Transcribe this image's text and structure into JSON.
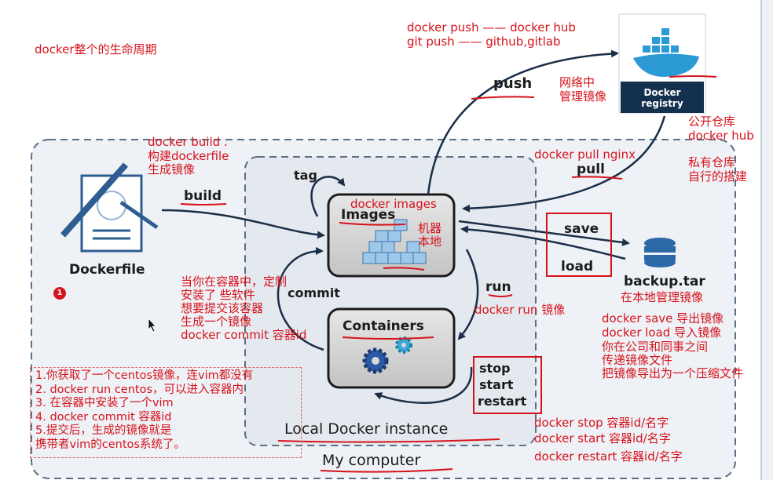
{
  "title": "docker整个的生命周期",
  "badge": "1",
  "push_hub": "docker push —— docker hub",
  "push_git": "git push  —— github,gitlab",
  "docker_registry": {
    "line1": "Docker",
    "line2": "registry"
  },
  "net_manage": {
    "line1": "网络中",
    "line2": "管理镜像"
  },
  "public_repo": {
    "line1": "公开仓库",
    "line2": "docker hub"
  },
  "private_repo": {
    "line1": "私有仓库",
    "line2": "自行的搭建"
  },
  "pull_cmd": "docker pull nginx",
  "build_note": {
    "line1": "docker build .",
    "line2": "构建dockerfile",
    "line3": "生成镜像"
  },
  "labels": {
    "push": "push",
    "pull": "pull",
    "tag": "tag",
    "build": "build",
    "dockerfile": "Dockerfile",
    "images": "Images",
    "containers": "Containers",
    "commit": "commit",
    "run": "run",
    "save": "save",
    "load": "load",
    "backup": "backup.tar",
    "stop": "stop",
    "start": "start",
    "restart": "restart",
    "local_instance": "Local Docker instance",
    "my_computer": "My computer"
  },
  "docker_images_cmd": "docker images",
  "local_machine": {
    "line1": "机器",
    "line2": "本地"
  },
  "local_manage": "在本地管理镜像",
  "run_cmd": "docker run 镜像",
  "commit_note": {
    "line1": "当你在容器中，定制",
    "line2": "安装了 些软件",
    "line3": "想要提交该容器",
    "line4": "生成一个镜像",
    "line5": "docker commit 容器id"
  },
  "save_load_note": {
    "line1": "docker save 导出镜像",
    "line2": "docker load 导入镜像",
    "line3": "你在公司和同事之间",
    "line4": "传递镜像文件",
    "line5": "把镜像导出为一个压缩文件"
  },
  "lifecycle_cmds": {
    "stop": "docker stop   容器id/名字",
    "start": "docker start   容器id/名字",
    "restart": "docker restart   容器id/名字"
  },
  "steps": [
    "1.你获取了一个centos镜像，连vim都没有",
    "2. docker run centos，可以进入容器内",
    "3. 在容器中安装了一个vim",
    "4. docker commit 容器id",
    "5.提交后，生成的镜像就是",
    "携带者vim的centos系统了。"
  ],
  "colors": {
    "annotation_red": "#d7121b",
    "dashed_border": "#5a6f86",
    "box_fill": "#d9d9d9",
    "registry_blue": "#14304f"
  }
}
